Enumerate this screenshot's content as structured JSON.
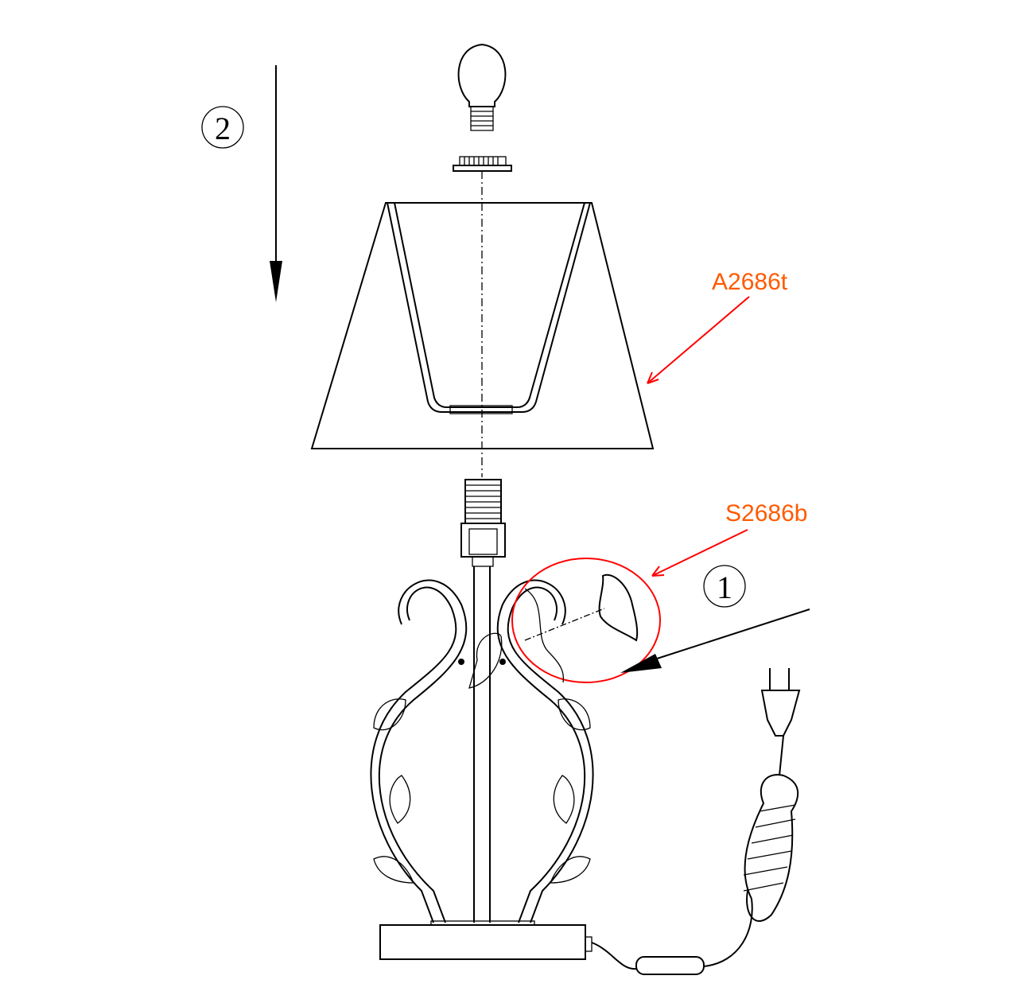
{
  "labels": {
    "shade_part": "A2686t",
    "base_part": "S2686b",
    "step_one": "1",
    "step_two": "2"
  },
  "colors": {
    "label_text": "#ff5a00",
    "callout_line": "#ff0000",
    "drawing": "#000000"
  }
}
